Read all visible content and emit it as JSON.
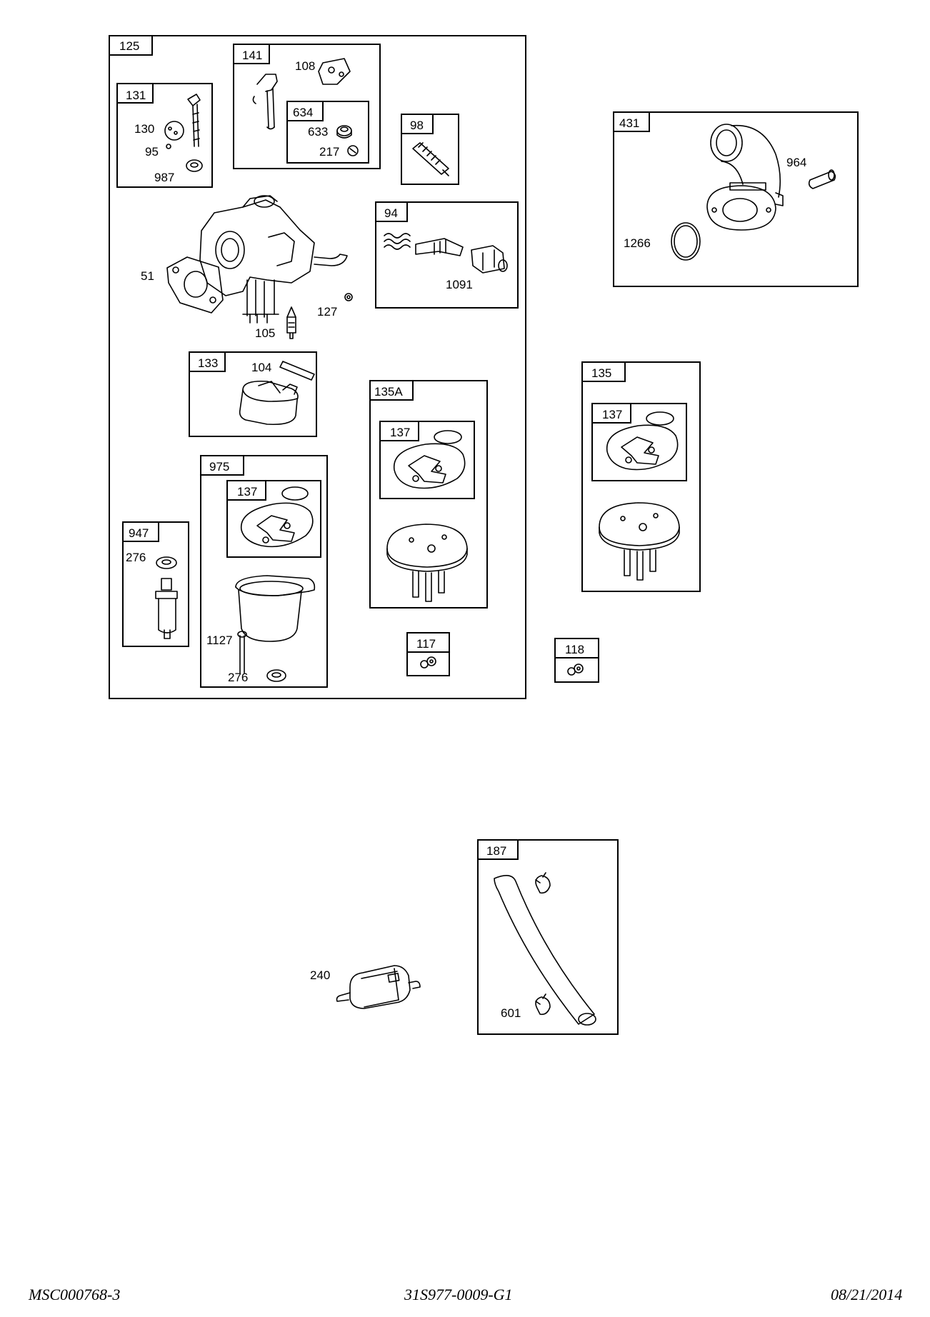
{
  "boxes": {
    "main": "125",
    "b131": "131",
    "b141": "141",
    "b634": "634",
    "b98": "98",
    "b94": "94",
    "b133": "133",
    "b975": "975",
    "b975_137": "137",
    "b947": "947",
    "b135a": "135A",
    "b135a_137": "137",
    "b117": "117",
    "b431": "431",
    "b135": "135",
    "b135_137": "137",
    "b118": "118",
    "b187": "187"
  },
  "callouts": {
    "c130": "130",
    "c95": "95",
    "c987": "987",
    "c108": "108",
    "c633": "633",
    "c217": "217",
    "c1091": "1091",
    "c51": "51",
    "c127": "127",
    "c105": "105",
    "c104": "104",
    "c276a": "276",
    "c1127": "1127",
    "c276b": "276",
    "c964": "964",
    "c1266": "1266",
    "c240": "240",
    "c601": "601"
  },
  "footer": {
    "left": "MSC000768-3",
    "center": "31S977-0009-G1",
    "right": "08/21/2014"
  }
}
